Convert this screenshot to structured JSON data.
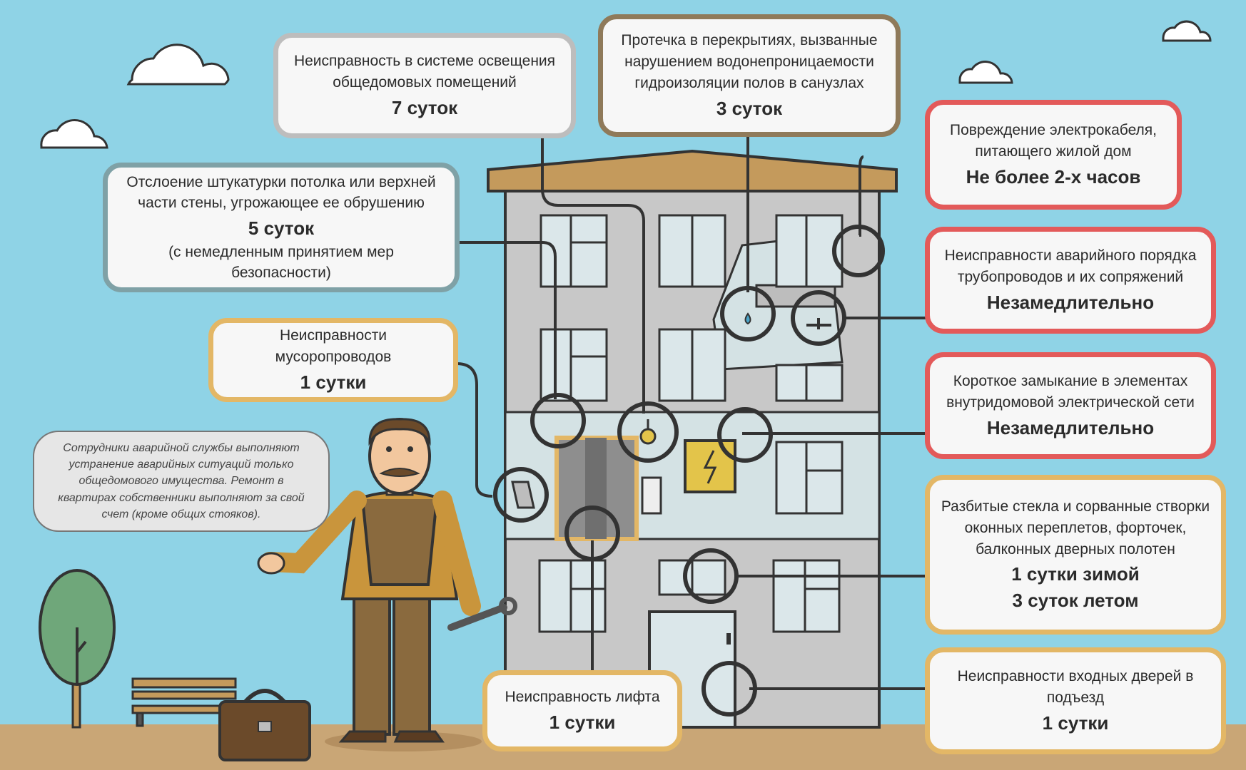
{
  "cards": {
    "lighting": {
      "text": "Неисправность в системе освещения общедомовых помещений",
      "value": "7 суток"
    },
    "leak": {
      "text": "Протечка в перекрытиях, вызванные нарушением водонепроницаемости гидроизоляции полов в санузлах",
      "value": "3 суток"
    },
    "cable": {
      "text": "Повреждение электрокабеля, питающего жилой дом",
      "value": "Не более 2-х часов"
    },
    "plaster": {
      "text": "Отслоение штукатурки потолка или верхней части стены, угрожающее ее обрушению",
      "value": "5 суток",
      "note": "(с немедленным принятием мер безопасности)"
    },
    "pipes": {
      "text": "Неисправности аварийного порядка трубопроводов и их сопряжений",
      "value": "Незамедлительно"
    },
    "chute": {
      "text": "Неисправности мусоропроводов",
      "value": "1 сутки"
    },
    "short": {
      "text": "Короткое замыкание в элементах внутридомовой электрической сети",
      "value": "Незамедлительно"
    },
    "glass": {
      "text": "Разбитые стекла и сорванные створки оконных переплетов, форточек, балконных дверных полотен",
      "value": "1 сутки зимой",
      "value2": "3 суток летом"
    },
    "elevator": {
      "text": "Неисправность лифта",
      "value": "1 сутки"
    },
    "doors": {
      "text": "Неисправности входных дверей в подъезд",
      "value": "1 сутки"
    }
  },
  "speech": "Сотрудники аварийной службы выполняют устранение аварийных ситуаций только общедомового имущества. Ремонт в квартирах собственники выполняют за свой счет (кроме общих стояков).",
  "colors": {
    "sky": "#8fd3e6",
    "ground": "#c9a676",
    "building": "#c8c8c8",
    "roof": "#c49a5c",
    "red": "#e35a5a",
    "gold": "#e3b766",
    "brown": "#8f7a5a",
    "teal": "#7fa1a6"
  }
}
